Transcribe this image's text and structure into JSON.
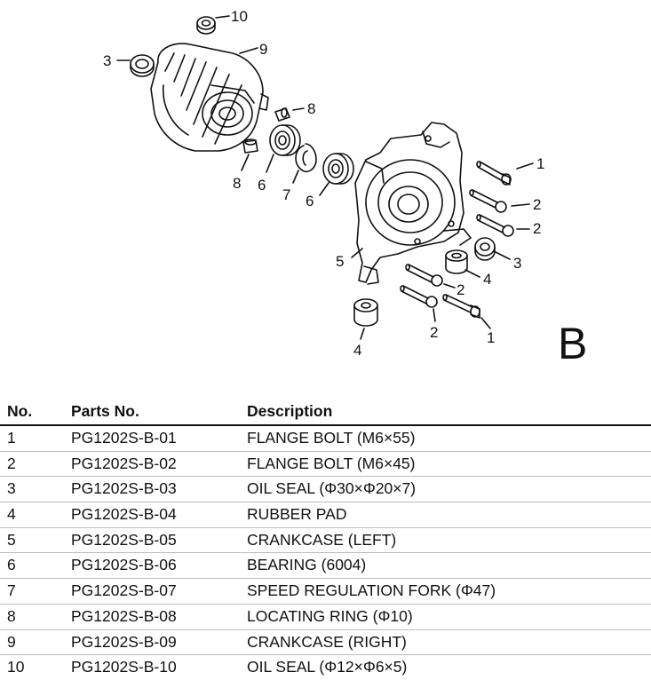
{
  "diagram": {
    "section_letter": "B",
    "callouts": [
      "1",
      "2",
      "3",
      "4",
      "5",
      "6",
      "7",
      "8",
      "9",
      "10"
    ]
  },
  "table": {
    "headers": {
      "no": "No.",
      "parts_no": "Parts No.",
      "description": "Description"
    },
    "rows": [
      {
        "no": "1",
        "parts_no": "PG1202S-B-01",
        "description": "FLANGE BOLT (M6×55)"
      },
      {
        "no": "2",
        "parts_no": "PG1202S-B-02",
        "description": "FLANGE BOLT (M6×45)"
      },
      {
        "no": "3",
        "parts_no": "PG1202S-B-03",
        "description": "OIL SEAL (Φ30×Φ20×7)"
      },
      {
        "no": "4",
        "parts_no": "PG1202S-B-04",
        "description": "RUBBER PAD"
      },
      {
        "no": "5",
        "parts_no": "PG1202S-B-05",
        "description": "CRANKCASE (LEFT)"
      },
      {
        "no": "6",
        "parts_no": "PG1202S-B-06",
        "description": "BEARING (6004)"
      },
      {
        "no": "7",
        "parts_no": "PG1202S-B-07",
        "description": "SPEED REGULATION FORK (Φ47)"
      },
      {
        "no": "8",
        "parts_no": "PG1202S-B-08",
        "description": "LOCATING RING (Φ10)"
      },
      {
        "no": "9",
        "parts_no": "PG1202S-B-09",
        "description": "CRANKCASE (RIGHT)"
      },
      {
        "no": "10",
        "parts_no": "PG1202S-B-10",
        "description": "OIL SEAL (Φ12×Φ6×5)"
      }
    ]
  }
}
